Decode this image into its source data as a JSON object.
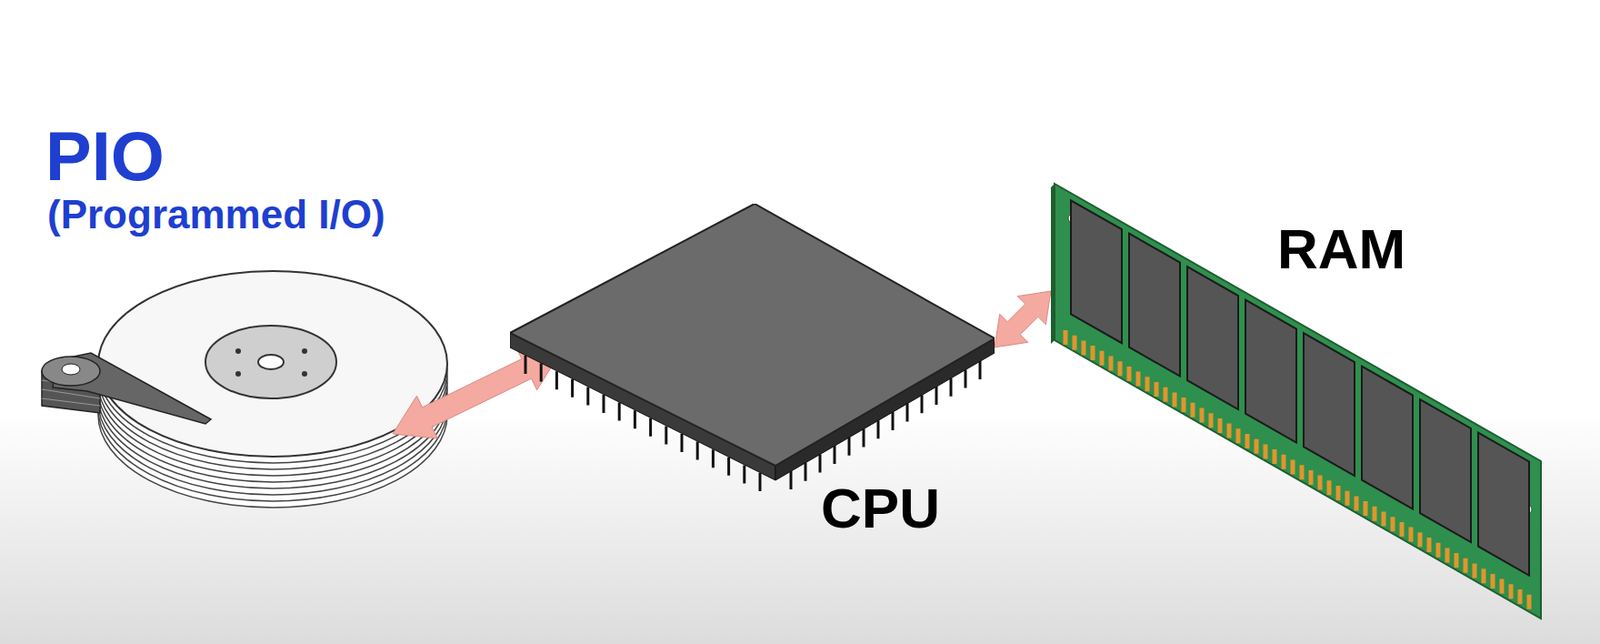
{
  "diagram": {
    "title": "PIO",
    "nodes": [
      {
        "text": [
          "CPU"
        ]
      },
      {
        "text": [
          "RAM"
        ]
      }
    ],
    "edges": [
      {
        "from": 0,
        "to": 1,
        "arrow": "both"
      }
    ],
    "labels": [
      "(Programmed I/O)"
    ]
  }
}
